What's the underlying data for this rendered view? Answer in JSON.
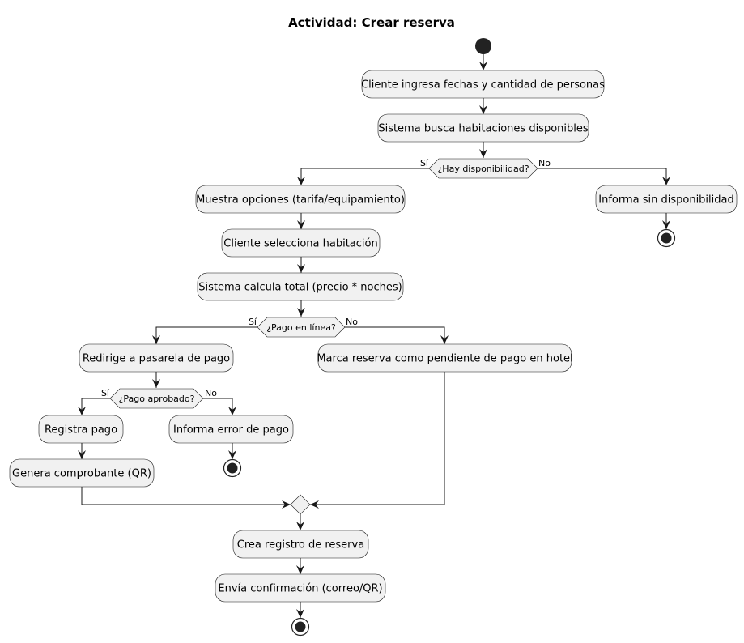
{
  "title": "Actividad: Crear reserva",
  "colors": {
    "node_fill": "#f1f1f1",
    "stroke": "#181818",
    "background": "#ffffff"
  },
  "nodes": {
    "ingresa": "Cliente ingresa fechas y cantidad de personas",
    "busca": "Sistema busca habitaciones disponibles",
    "opciones": "Muestra opciones (tarifa/equipamiento)",
    "selecciona": "Cliente selecciona habitación",
    "calcula": "Sistema calcula total (precio * noches)",
    "sin_disp": "Informa sin disponibilidad",
    "pasarela": "Redirige a pasarela de pago",
    "pendiente": "Marca reserva como pendiente de pago en hotel",
    "registra": "Registra pago",
    "comprobante": "Genera comprobante (QR)",
    "error": "Informa error de pago",
    "crea": "Crea registro de reserva",
    "envia": "Envía confirmación (correo/QR)"
  },
  "decisions": {
    "disponibilidad": "¿Hay disponibilidad?",
    "pago_linea": "¿Pago en línea?",
    "pago_aprobado": "¿Pago aprobado?"
  },
  "branches": {
    "yes": "Sí",
    "no": "No"
  }
}
